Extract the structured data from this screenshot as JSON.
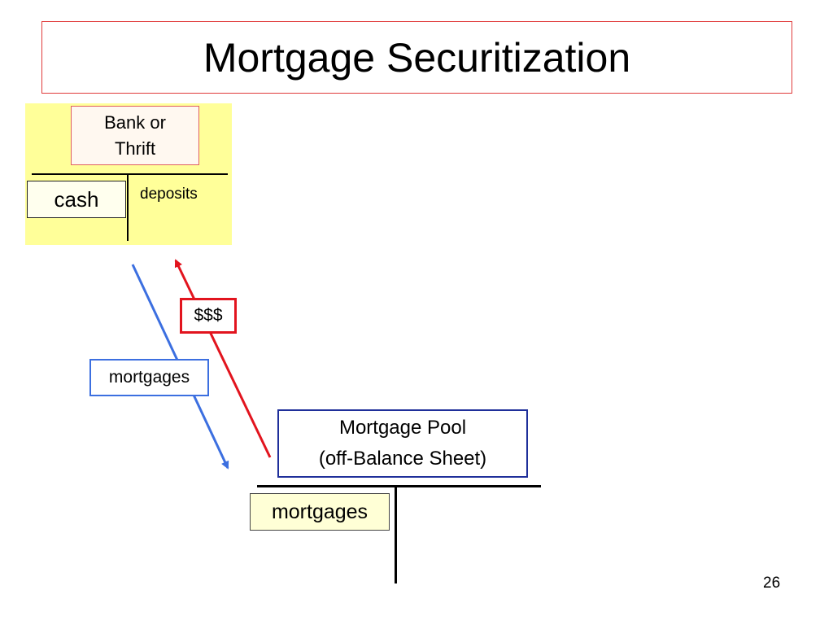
{
  "slide": {
    "title": "Mortgage Securitization",
    "number": "26"
  },
  "bank": {
    "name_line1": "Bank or",
    "name_line2": "Thrift",
    "asset_label": "cash",
    "liability_label": "deposits"
  },
  "flows": {
    "cash_label": "$$$",
    "mortgages_label": "mortgages"
  },
  "pool": {
    "name_line1": "Mortgage Pool",
    "name_line2": "(off-Balance Sheet)",
    "asset_label": "mortgages"
  },
  "colors": {
    "bank_panel": "#ffff99",
    "cash_flow_arrow": "#e2141e",
    "mortgage_flow_arrow": "#3c6fe0",
    "title_border": "#e03a3a",
    "pool_border": "#1f2f9a"
  }
}
